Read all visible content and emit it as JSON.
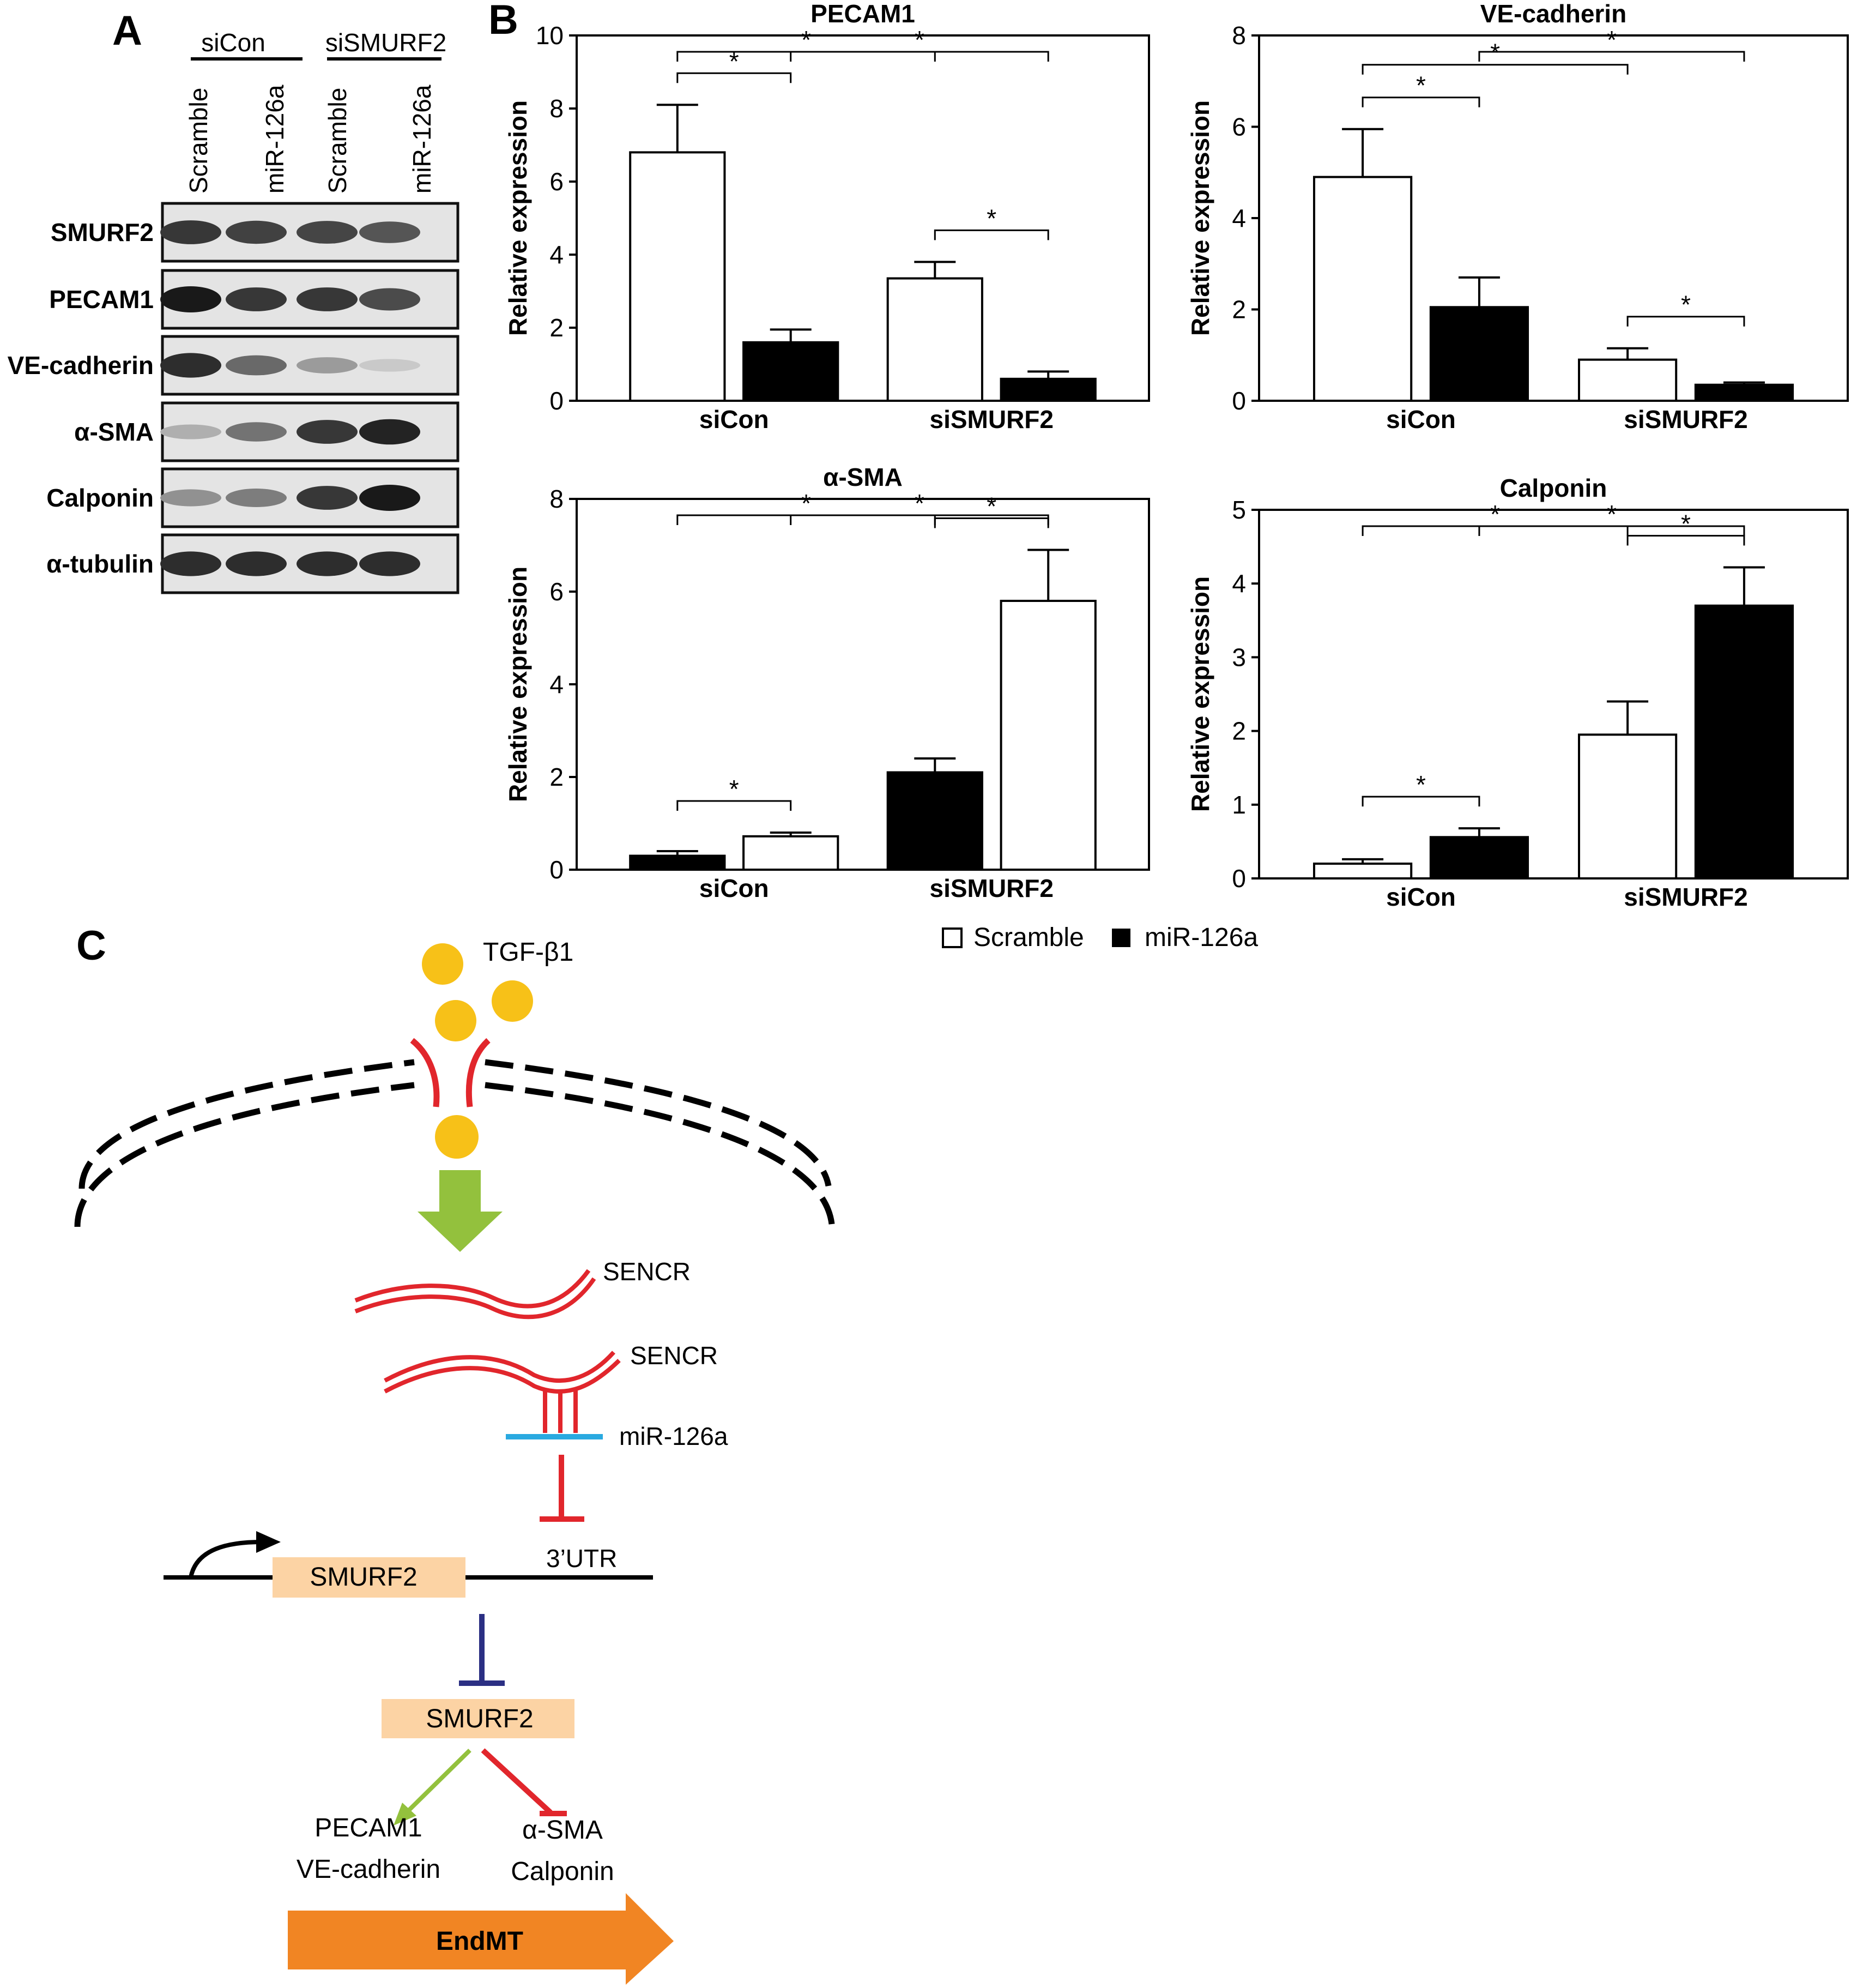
{
  "panel_labels": {
    "a": "A",
    "b": "B",
    "c": "C"
  },
  "blot": {
    "groups": [
      "siCon",
      "siSMURF2"
    ],
    "lanes": [
      "Scramble",
      "miR-126a",
      "Scramble",
      "miR-126a"
    ],
    "rows": [
      {
        "label": "SMURF2",
        "intensity": [
          0.85,
          0.8,
          0.78,
          0.7
        ]
      },
      {
        "label": "PECAM1",
        "intensity": [
          1.0,
          0.85,
          0.85,
          0.75
        ]
      },
      {
        "label": "VE-cadherin",
        "intensity": [
          0.9,
          0.6,
          0.35,
          0.12
        ]
      },
      {
        "label": "α-SMA",
        "intensity": [
          0.25,
          0.55,
          0.85,
          0.95
        ]
      },
      {
        "label": "Calponin",
        "intensity": [
          0.4,
          0.5,
          0.85,
          1.0
        ]
      },
      {
        "label": "α-tubulin",
        "intensity": [
          0.9,
          0.9,
          0.9,
          0.9
        ]
      }
    ]
  },
  "chart_data": [
    {
      "type": "bar",
      "title": "PECAM1",
      "ylabel": "Relative expression",
      "ylim": [
        0,
        10
      ],
      "yticks": [
        0,
        2,
        4,
        6,
        8,
        10
      ],
      "categories": [
        "siCon",
        "siSMURF2"
      ],
      "series": [
        {
          "name": "Scramble",
          "values": [
            6.8,
            3.35
          ],
          "errors": [
            1.3,
            0.45
          ]
        },
        {
          "name": "miR-126a",
          "values": [
            1.6,
            0.6
          ],
          "errors": [
            0.35,
            0.2
          ]
        }
      ],
      "significance": [
        {
          "from": [
            0,
            0
          ],
          "to": [
            0,
            1
          ],
          "label": "*"
        },
        {
          "from": [
            0,
            0
          ],
          "to": [
            1,
            0
          ],
          "label": "*"
        },
        {
          "from": [
            0,
            1
          ],
          "to": [
            1,
            1
          ],
          "label": "*"
        },
        {
          "from": [
            1,
            0
          ],
          "to": [
            1,
            1
          ],
          "label": "*"
        }
      ]
    },
    {
      "type": "bar",
      "title": "VE-cadherin",
      "ylabel": "Relative expression",
      "ylim": [
        0,
        8
      ],
      "yticks": [
        0,
        2,
        4,
        6,
        8
      ],
      "categories": [
        "siCon",
        "siSMURF2"
      ],
      "series": [
        {
          "name": "Scramble",
          "values": [
            4.9,
            0.9
          ],
          "errors": [
            1.05,
            0.25
          ]
        },
        {
          "name": "miR-126a",
          "values": [
            2.05,
            0.35
          ],
          "errors": [
            0.65,
            0.05
          ]
        }
      ],
      "significance": [
        {
          "from": [
            0,
            0
          ],
          "to": [
            0,
            1
          ],
          "label": "*"
        },
        {
          "from": [
            0,
            0
          ],
          "to": [
            1,
            0
          ],
          "label": "*"
        },
        {
          "from": [
            0,
            1
          ],
          "to": [
            1,
            1
          ],
          "label": "*"
        },
        {
          "from": [
            1,
            0
          ],
          "to": [
            1,
            1
          ],
          "label": "*"
        }
      ]
    },
    {
      "type": "bar",
      "title": "α-SMA",
      "ylabel": "Relative expression",
      "ylim": [
        0,
        8
      ],
      "yticks": [
        0,
        2,
        4,
        6,
        8
      ],
      "categories": [
        "siCon",
        "siSMURF2"
      ],
      "series": [
        {
          "name": "Scramble",
          "values": [
            0.3,
            2.1
          ],
          "errors": [
            0.1,
            0.3
          ],
          "fill": "black"
        },
        {
          "name": "miR-126a",
          "values": [
            0.72,
            5.8
          ],
          "errors": [
            0.08,
            1.1
          ],
          "fill": "white"
        }
      ],
      "significance": [
        {
          "from": [
            0,
            0
          ],
          "to": [
            0,
            1
          ],
          "label": "*"
        },
        {
          "from": [
            0,
            0
          ],
          "to": [
            1,
            0
          ],
          "label": "*"
        },
        {
          "from": [
            0,
            1
          ],
          "to": [
            1,
            1
          ],
          "label": "*"
        },
        {
          "from": [
            1,
            0
          ],
          "to": [
            1,
            1
          ],
          "label": "*"
        }
      ]
    },
    {
      "type": "bar",
      "title": "Calponin",
      "ylabel": "Relative expression",
      "ylim": [
        0,
        5
      ],
      "yticks": [
        0,
        1,
        2,
        3,
        4,
        5
      ],
      "categories": [
        "siCon",
        "siSMURF2"
      ],
      "series": [
        {
          "name": "Scramble",
          "values": [
            0.2,
            1.95
          ],
          "errors": [
            0.06,
            0.45
          ]
        },
        {
          "name": "miR-126a",
          "values": [
            0.56,
            3.7
          ],
          "errors": [
            0.12,
            0.52
          ]
        }
      ],
      "significance": [
        {
          "from": [
            0,
            0
          ],
          "to": [
            0,
            1
          ],
          "label": "*"
        },
        {
          "from": [
            0,
            0
          ],
          "to": [
            1,
            0
          ],
          "label": "*"
        },
        {
          "from": [
            0,
            1
          ],
          "to": [
            1,
            1
          ],
          "label": "*"
        },
        {
          "from": [
            1,
            0
          ],
          "to": [
            1,
            1
          ],
          "label": "*"
        }
      ]
    }
  ],
  "legend": {
    "scramble": "Scramble",
    "mir126a": "miR-126a"
  },
  "diagram": {
    "ligand": "TGF-β1",
    "sencr_1": "SENCR",
    "sencr_2": "SENCR",
    "mirna": "miR-126a",
    "gene": "SMURF2",
    "utr": "3’UTR",
    "protein": "SMURF2",
    "targets_up_1": "PECAM1",
    "targets_up_2": "VE-cadherin",
    "targets_down_1": "α-SMA",
    "targets_down_2": "Calponin",
    "outcome": "EndMT",
    "colors": {
      "ligand": "#f7c118",
      "green": "#93c13d",
      "red": "#e1262c",
      "blue": "#2aa9e0",
      "navy": "#2b2f83",
      "box": "#fcd3a4",
      "orange": "#f18523"
    }
  }
}
